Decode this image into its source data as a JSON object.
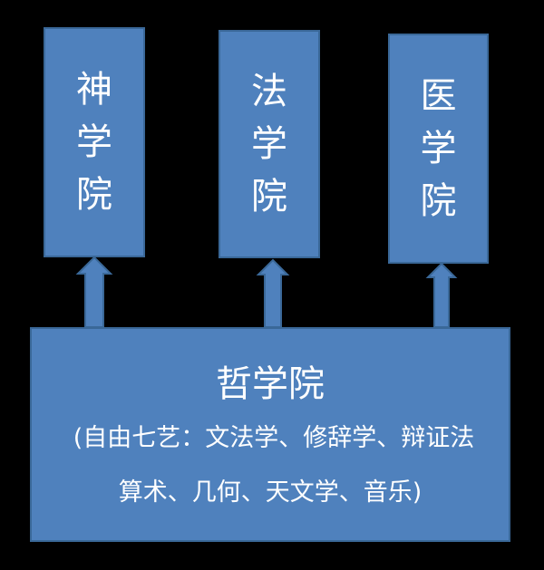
{
  "faculties": [
    {
      "chars": [
        "神",
        "学",
        "院"
      ]
    },
    {
      "chars": [
        "法",
        "学",
        "院"
      ]
    },
    {
      "chars": [
        "医",
        "学",
        "院"
      ]
    }
  ],
  "base": {
    "title": "哲学院",
    "line1": "(自由七艺：文法学、修辞学、辩证法",
    "line2": "算术、几何、天文学、音乐)"
  },
  "colors": {
    "box_fill": "#4f81bd",
    "box_border": "#3a6898",
    "text": "#ffffff",
    "background": "#000000"
  }
}
